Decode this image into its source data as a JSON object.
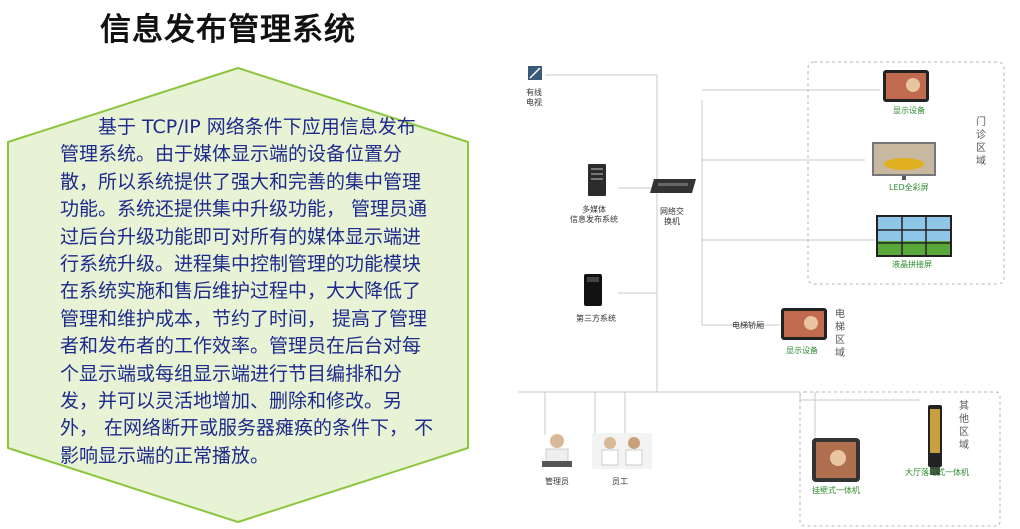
{
  "title": "信息发布管理系统",
  "description": "基于 TCP/IP 网络条件下应用信息发布管理系统。由于媒体显示端的设备位置分散，所以系统提供了强大和完善的集中管理功能。系统还提供集中升级功能， 管理员通过后台升级功能即可对所有的媒体显示端进行系统升级。进程集中控制管理的功能模块在系统实施和售后维护过程中，大大降低了管理和维护成本，节约了时间， 提高了管理者和发布者的工作效率。管理员在后台对每个显示端或每组显示端进行节目编排和分发，并可以灵活地增加、删除和修改。另外， 在网络断开或服务器瘫痪的条件下， 不影响显示端的正常播放。",
  "diagram": {
    "cable_tv": "有线\n电视",
    "media_system": "多媒体\n信息发布系统",
    "switch": "网络交\n换机",
    "third_party": "第三方系统",
    "admin": "管理员",
    "staff": "员工",
    "display_device_1": "显示设备",
    "led_screen": "LED全彩屏",
    "lcd_wall": "液晶拼接屏",
    "clinic_zone": "门\n诊\n区\n域",
    "elevator_car": "电梯轿厢",
    "display_device_2": "显示设备",
    "elevator_zone": "电\n梯\n区\n域",
    "wall_kiosk": "挂壁式一体机",
    "floor_kiosk": "大厅落地式一体机",
    "other_zone": "其\n他\n区\n域"
  },
  "colors": {
    "hex_fill": "#e8f3d6",
    "hex_border": "#8cc63f",
    "text": "#1e2a8c",
    "label_green": "#2e8b2e"
  }
}
